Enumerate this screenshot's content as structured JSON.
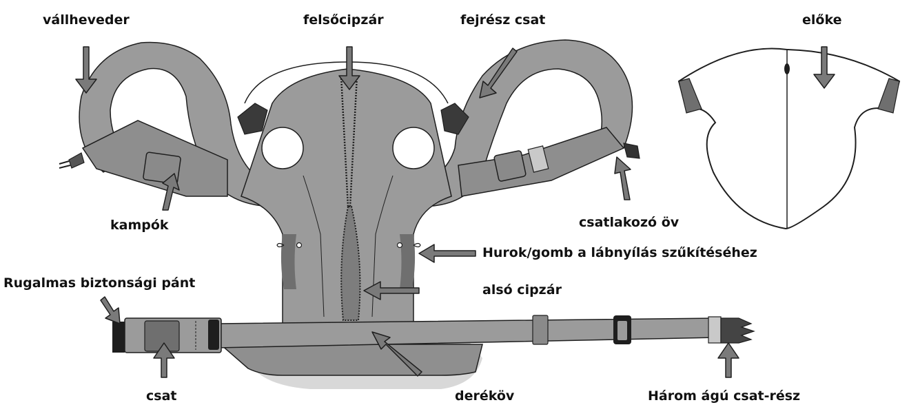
{
  "labels": {
    "shoulder_strap": "vállheveder",
    "top_zipper": "felsőcipzár",
    "head_buckle": "fejrész csat",
    "bib": "előke",
    "hooks": "kampók",
    "connector_belt": "csatlakozó öv",
    "leg_loop": "Hurok/gomb a lábnyílás szűkítéséhez",
    "elastic_strap": "Rugalmas biztonsági pánt",
    "lower_zipper": "alsó cipzár",
    "buckle": "csat",
    "waist_belt": "deréköv",
    "three_prong": "Három ágú csat-rész"
  },
  "colors": {
    "fabric": "#9b9b9b",
    "fabric_dark": "#6f6f6f",
    "outline": "#1e1e1e",
    "arrow_fill": "#7a7a7a",
    "bib_fill": "#ffffff"
  }
}
